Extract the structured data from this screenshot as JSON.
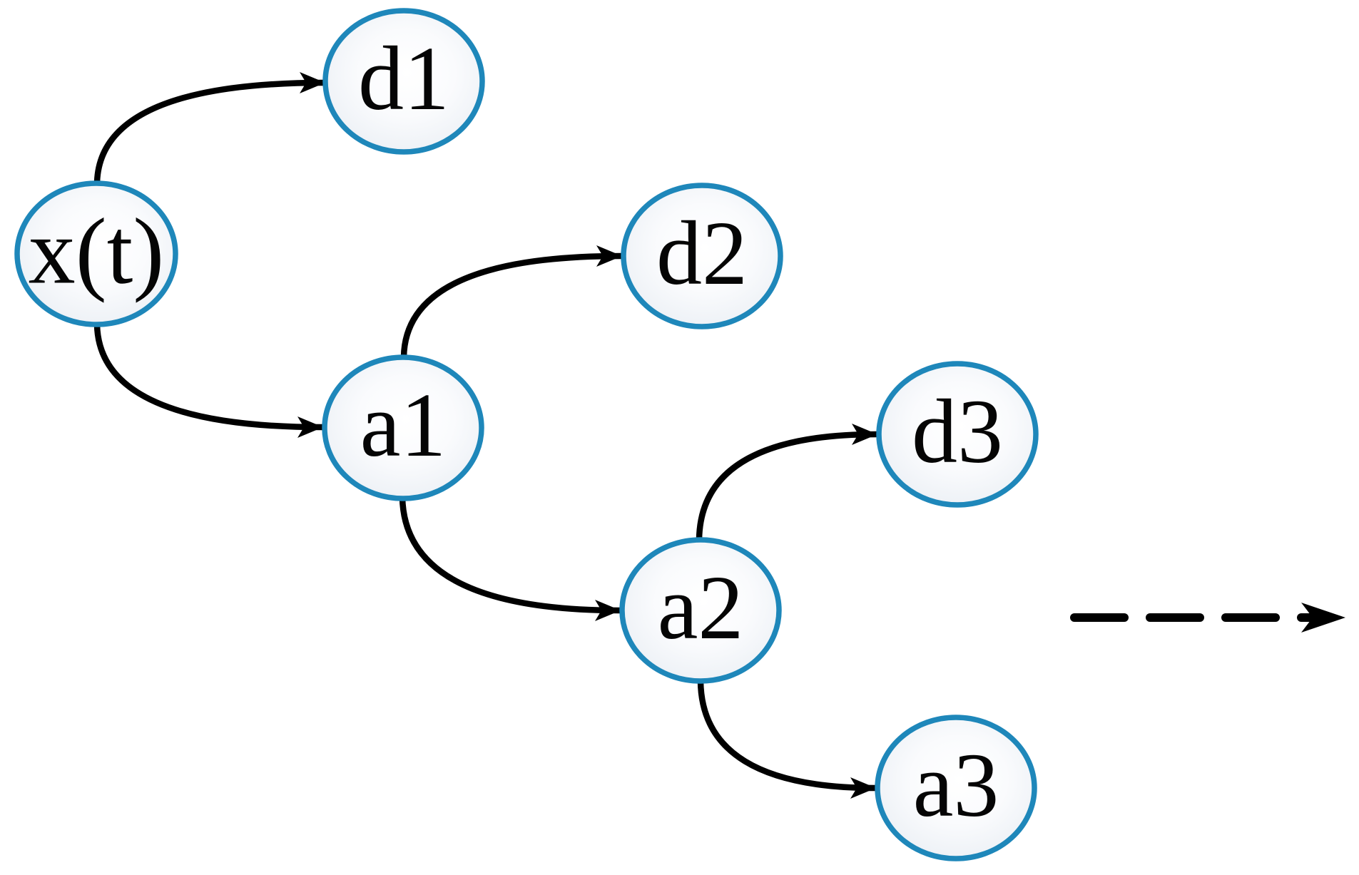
{
  "figure": {
    "type": "diagram",
    "description": "Three-level discrete wavelet decomposition tree of a signal, with approximation (a) and detail (d) coefficient nodes and a dashed continuation arrow",
    "nodes": [
      {
        "id": "xt",
        "label": "x(t)",
        "role": "input-signal"
      },
      {
        "id": "d1",
        "label": "d1",
        "role": "detail-level-1"
      },
      {
        "id": "a1",
        "label": "a1",
        "role": "approximation-level-1"
      },
      {
        "id": "d2",
        "label": "d2",
        "role": "detail-level-2"
      },
      {
        "id": "a2",
        "label": "a2",
        "role": "approximation-level-2"
      },
      {
        "id": "d3",
        "label": "d3",
        "role": "detail-level-3"
      },
      {
        "id": "a3",
        "label": "a3",
        "role": "approximation-level-3"
      }
    ],
    "edges": [
      {
        "from": "x(t)",
        "to": "d1"
      },
      {
        "from": "x(t)",
        "to": "a1"
      },
      {
        "from": "a1",
        "to": "d2"
      },
      {
        "from": "a1",
        "to": "a2"
      },
      {
        "from": "a2",
        "to": "d3"
      },
      {
        "from": "a2",
        "to": "a3"
      }
    ],
    "continuation_arrow": {
      "style": "dashed",
      "direction": "right",
      "meaning": "decomposition continues"
    },
    "colors": {
      "node_stroke": "#1e87ba",
      "node_fill_center": "#ffffff",
      "node_fill_edge": "#e8edf3",
      "arrow": "#000000",
      "text": "#050505",
      "background": "#ffffff"
    }
  }
}
